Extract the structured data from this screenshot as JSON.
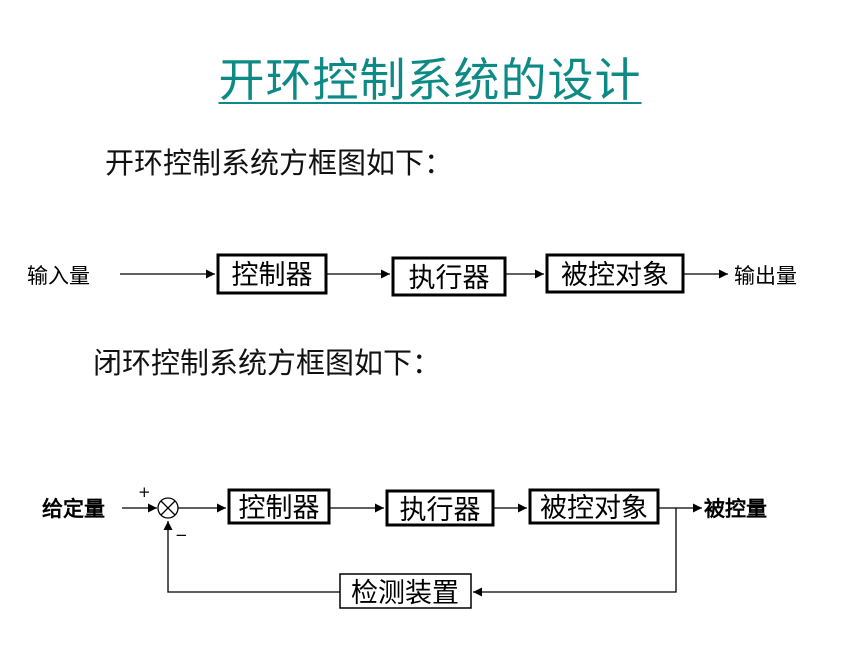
{
  "title": "开环控制系统的设计",
  "open_loop": {
    "caption": "开环控制系统方框图如下：",
    "input": "输入量",
    "blocks": [
      "控制器",
      "执行器",
      "被控对象"
    ],
    "output": "输出量"
  },
  "closed_loop": {
    "caption": "闭环控制系统方框图如下：",
    "input": "给定量",
    "plus_sign": "+",
    "minus_sign": "−",
    "summing_symbol": "⊗",
    "blocks": [
      "控制器",
      "执行器",
      "被控对象"
    ],
    "output": "被控量",
    "feedback": "检测装置"
  }
}
